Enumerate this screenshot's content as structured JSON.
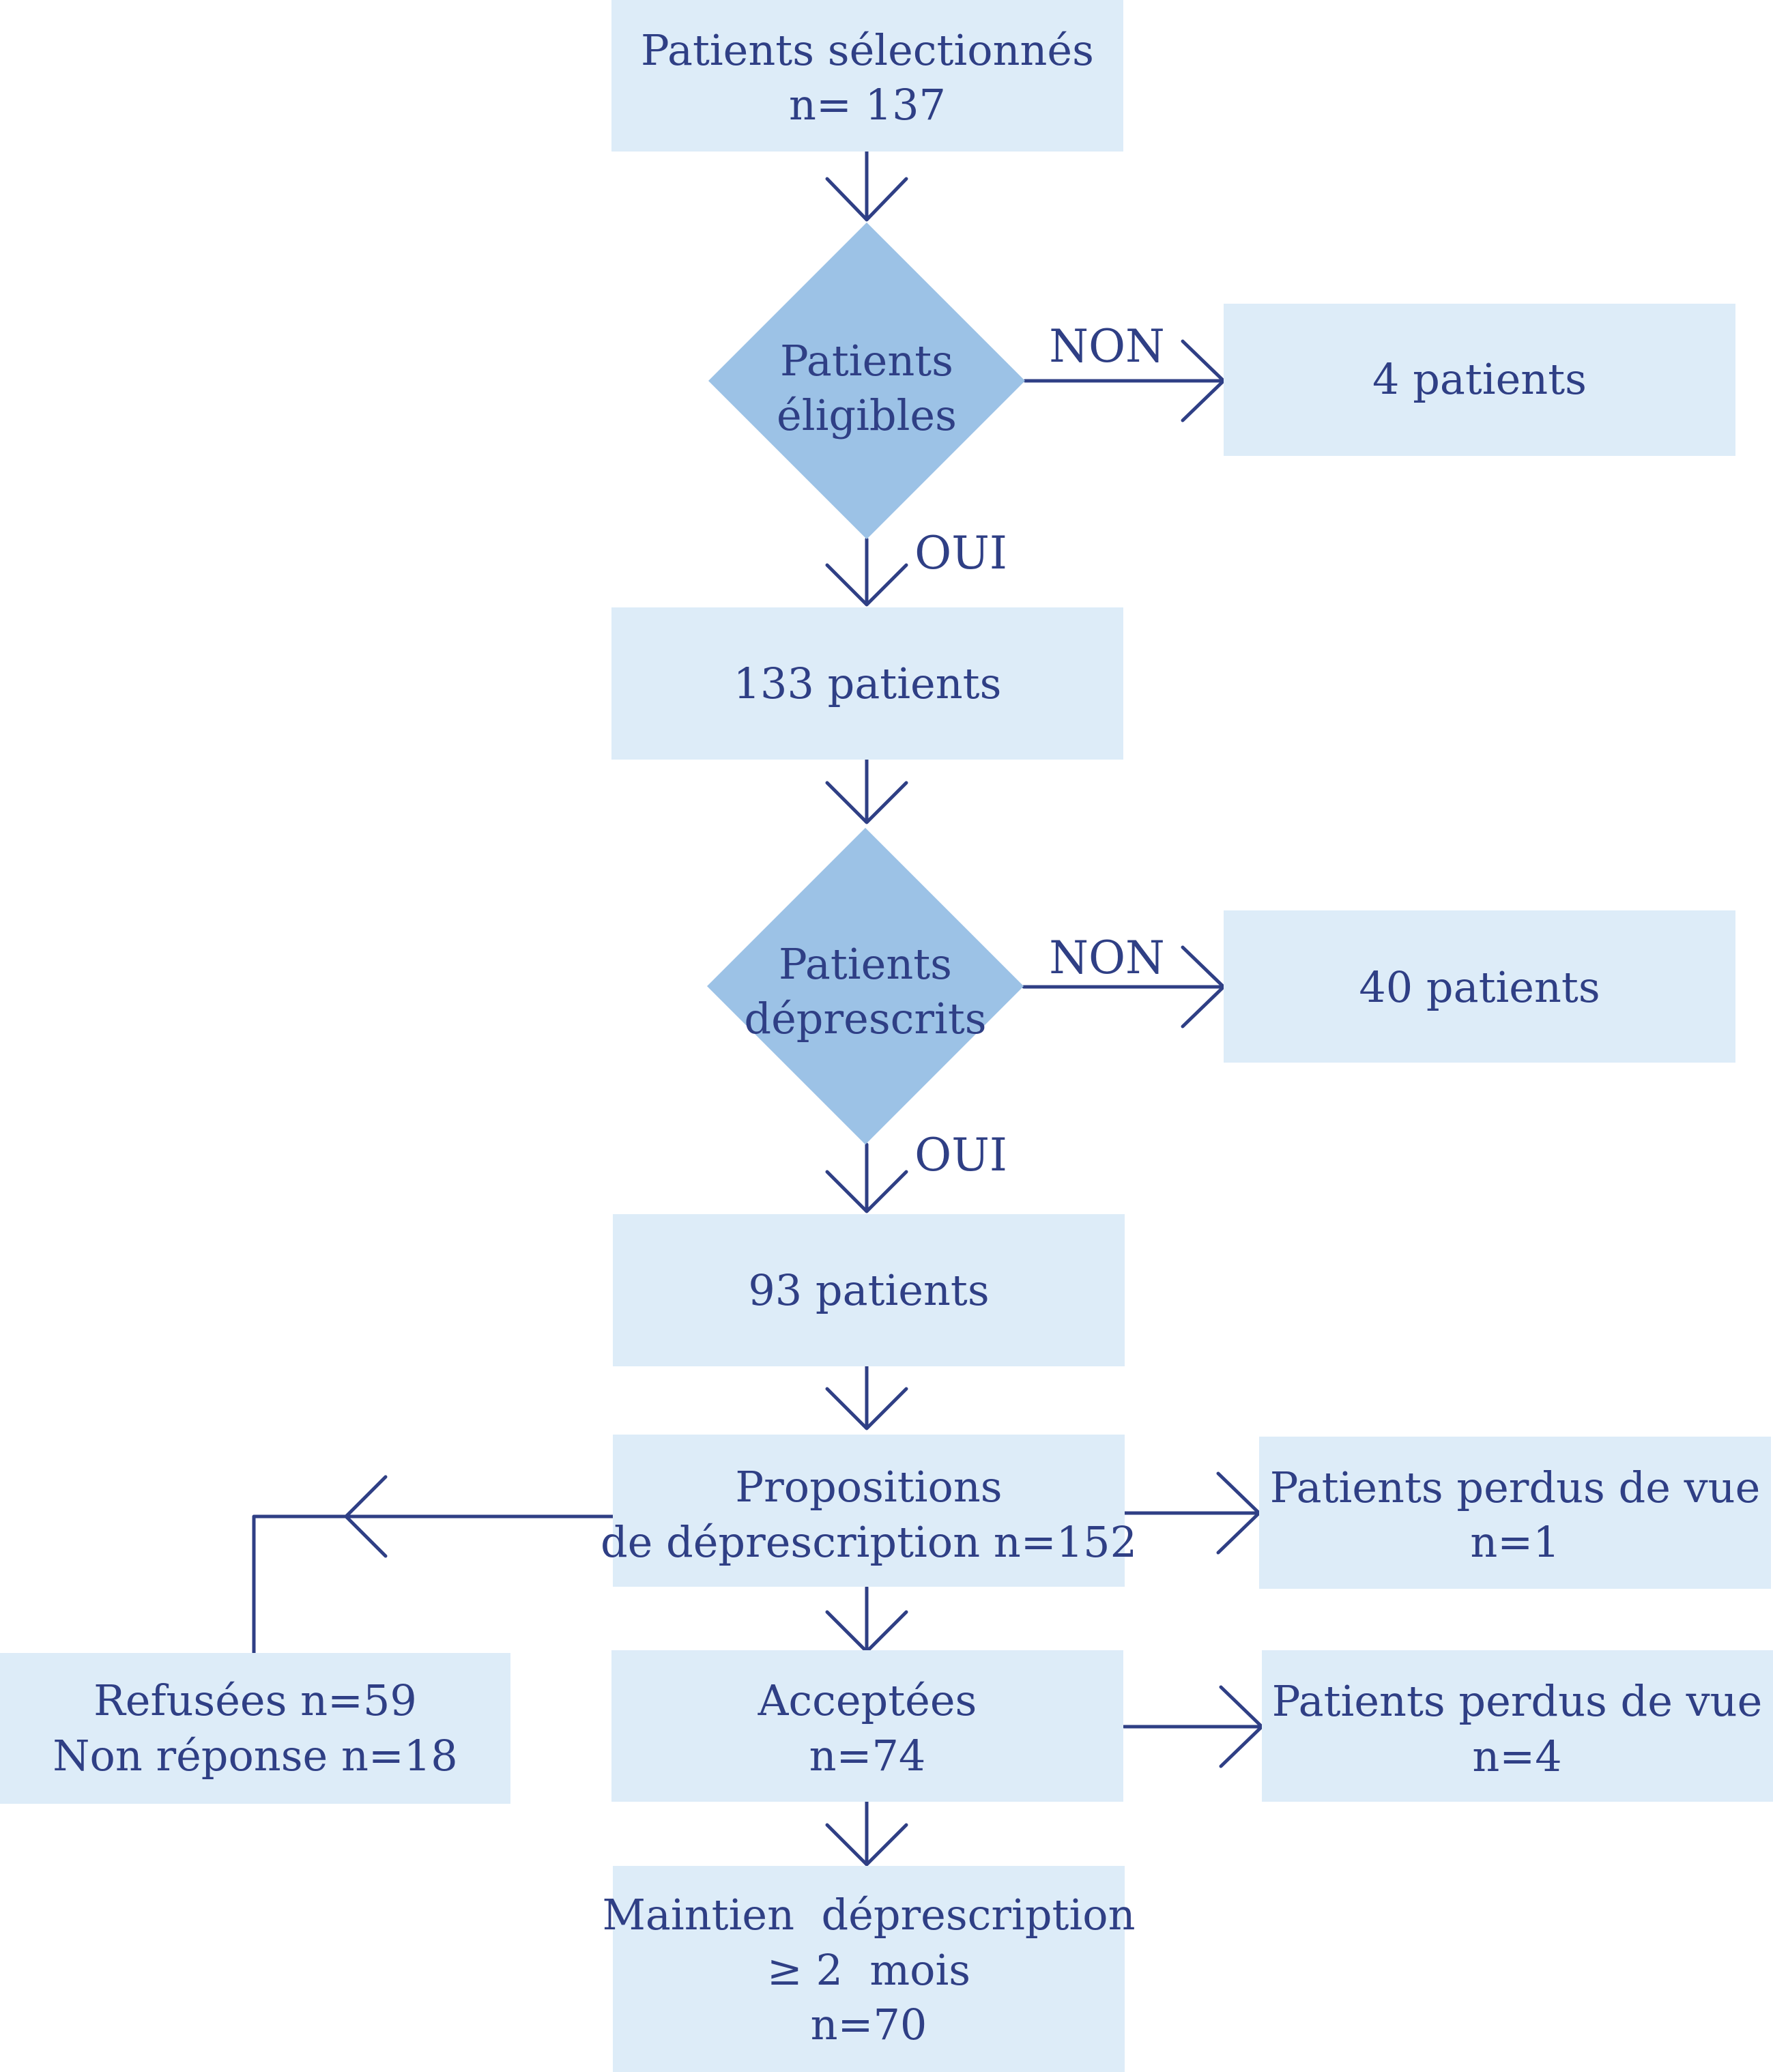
{
  "nodes": {
    "selected": {
      "lines": [
        "Patients sélectionnés",
        "n= 137"
      ]
    },
    "eligible": {
      "lines": [
        "Patients",
        "éligibles"
      ]
    },
    "excluded_4": {
      "lines": [
        "4 patients"
      ]
    },
    "p133": {
      "lines": [
        "133 patients"
      ]
    },
    "deprescribed": {
      "lines": [
        "Patients",
        "déprescrits"
      ]
    },
    "excluded_40": {
      "lines": [
        "40 patients"
      ]
    },
    "p93": {
      "lines": [
        "93 patients"
      ]
    },
    "proposals": {
      "lines": [
        "Propositions",
        "de déprescription n=152"
      ]
    },
    "lost_1": {
      "lines": [
        "Patients perdus de vue",
        "n=1"
      ]
    },
    "refused": {
      "lines": [
        "Refusées n=59",
        "Non réponse n=18"
      ]
    },
    "accepted": {
      "lines": [
        "Acceptées",
        "n=74"
      ]
    },
    "lost_4": {
      "lines": [
        "Patients perdus de vue",
        "n=4"
      ]
    },
    "maintained": {
      "lines": [
        "Maintien  déprescription",
        "≥ 2  mois",
        "n=70"
      ]
    }
  },
  "edge_labels": {
    "eligible_no": "NON",
    "eligible_yes": "OUI",
    "deprescribed_no": "NON",
    "deprescribed_yes": "OUI"
  },
  "colors": {
    "box_fill": "#ddecf8",
    "decision_fill": "#9cc2e6",
    "ink": "#2f3f85"
  }
}
